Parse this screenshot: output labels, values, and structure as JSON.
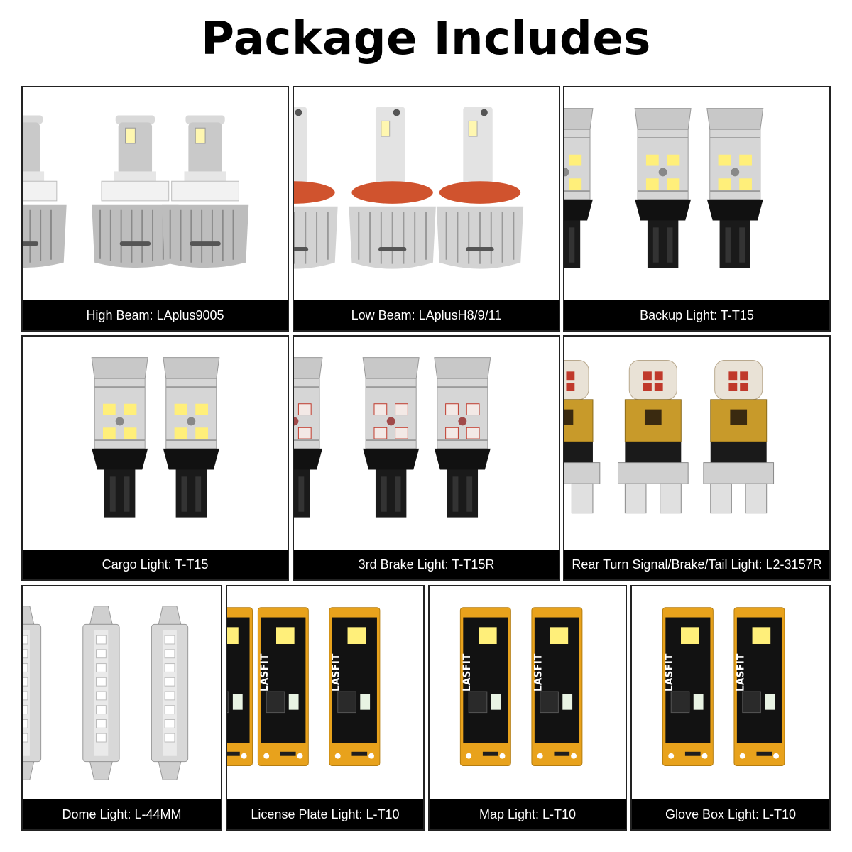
{
  "title": "Package Includes",
  "items": [
    {
      "label": "High Beam: LAplus9005",
      "icon": "headlight-bulb-9005-icon"
    },
    {
      "label": "Low Beam: LAplusH8/9/11",
      "icon": "headlight-bulb-h11-icon"
    },
    {
      "label": "Backup Light: T-T15",
      "icon": "wedge-bulb-t15-white-icon"
    },
    {
      "label": "Cargo Light: T-T15",
      "icon": "wedge-bulb-t15-white-icon"
    },
    {
      "label": "3rd Brake Light: T-T15R",
      "icon": "wedge-bulb-t15-red-icon"
    },
    {
      "label": "Rear Turn Signal/Brake/Tail Light: L2-3157R",
      "icon": "wedge-bulb-3157-icon"
    },
    {
      "label": "Dome Light: L-44MM",
      "icon": "festoon-bulb-44mm-icon"
    },
    {
      "label": "License Plate Light: L-T10",
      "icon": "t10-led-board-icon"
    },
    {
      "label": "Map Light: L-T10",
      "icon": "t10-led-board-icon"
    },
    {
      "label": "Glove Box Light: L-T10",
      "icon": "t10-led-board-icon"
    }
  ],
  "board_brand": "LASFIT",
  "colors": {
    "caption_bg": "#000000",
    "caption_text": "#ffffff",
    "border": "#222222",
    "led_amber": "#e8a21c",
    "led_red": "#c0392b",
    "led_white": "#ffef7a"
  }
}
